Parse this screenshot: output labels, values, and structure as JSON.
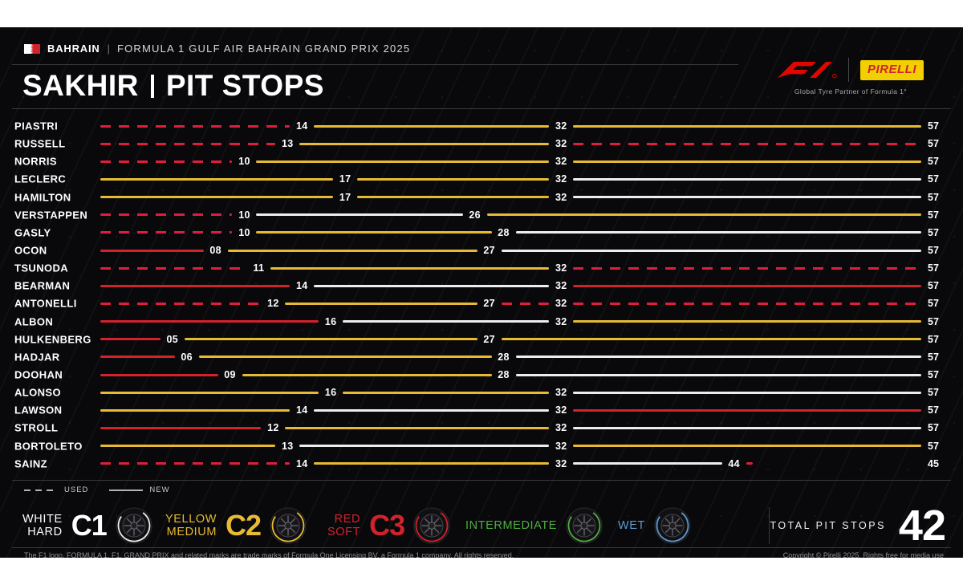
{
  "header": {
    "country": "BAHRAIN",
    "separator": "|",
    "event": "FORMULA 1 GULF AIR BAHRAIN GRAND PRIX 2025",
    "title_left": "SAKHIR",
    "title_right": "PIT STOPS"
  },
  "logos": {
    "f1": "F1",
    "pirelli": "PIRELLI",
    "partner_caption": "Global Tyre Partner of Formula 1°"
  },
  "chart_data": {
    "type": "timeline",
    "title": "SAKHIR | PIT STOPS",
    "x_axis": {
      "min_lap": 0,
      "max_lap": 57
    },
    "legend": [
      {
        "label": "USED",
        "style": "dashed"
      },
      {
        "label": "NEW",
        "style": "solid"
      }
    ],
    "compound_colors": {
      "hard": "#ededed",
      "medium": "#e6ba33",
      "soft": "#d2222c",
      "soft_used": "#dd1f3d"
    },
    "drivers": [
      {
        "name": "PIASTRI",
        "stints": [
          {
            "end": 14,
            "compound": "soft",
            "state": "used"
          },
          {
            "end": 32,
            "compound": "medium",
            "state": "new"
          },
          {
            "end": 57,
            "compound": "medium",
            "state": "new"
          }
        ]
      },
      {
        "name": "RUSSELL",
        "stints": [
          {
            "end": 13,
            "compound": "soft",
            "state": "used"
          },
          {
            "end": 32,
            "compound": "medium",
            "state": "new"
          },
          {
            "end": 57,
            "compound": "soft",
            "state": "used"
          }
        ]
      },
      {
        "name": "NORRIS",
        "stints": [
          {
            "end": 10,
            "compound": "soft",
            "state": "used"
          },
          {
            "end": 32,
            "compound": "medium",
            "state": "new"
          },
          {
            "end": 57,
            "compound": "medium",
            "state": "new"
          }
        ]
      },
      {
        "name": "LECLERC",
        "stints": [
          {
            "end": 17,
            "compound": "medium",
            "state": "new"
          },
          {
            "end": 32,
            "compound": "medium",
            "state": "new"
          },
          {
            "end": 57,
            "compound": "hard",
            "state": "new"
          }
        ]
      },
      {
        "name": "HAMILTON",
        "stints": [
          {
            "end": 17,
            "compound": "medium",
            "state": "new"
          },
          {
            "end": 32,
            "compound": "medium",
            "state": "new"
          },
          {
            "end": 57,
            "compound": "hard",
            "state": "new"
          }
        ]
      },
      {
        "name": "VERSTAPPEN",
        "stints": [
          {
            "end": 10,
            "compound": "soft",
            "state": "used"
          },
          {
            "end": 26,
            "compound": "hard",
            "state": "new"
          },
          {
            "end": 57,
            "compound": "medium",
            "state": "new"
          }
        ]
      },
      {
        "name": "GASLY",
        "stints": [
          {
            "end": 10,
            "compound": "soft",
            "state": "used"
          },
          {
            "end": 28,
            "compound": "medium",
            "state": "new"
          },
          {
            "end": 57,
            "compound": "hard",
            "state": "new"
          }
        ]
      },
      {
        "name": "OCON",
        "stints": [
          {
            "end": 8,
            "compound": "soft",
            "state": "new"
          },
          {
            "end": 27,
            "compound": "medium",
            "state": "new"
          },
          {
            "end": 57,
            "compound": "hard",
            "state": "new"
          }
        ]
      },
      {
        "name": "TSUNODA",
        "stints": [
          {
            "end": 11,
            "compound": "soft",
            "state": "used"
          },
          {
            "end": 32,
            "compound": "medium",
            "state": "new"
          },
          {
            "end": 57,
            "compound": "soft",
            "state": "used"
          }
        ]
      },
      {
        "name": "BEARMAN",
        "stints": [
          {
            "end": 14,
            "compound": "soft",
            "state": "new"
          },
          {
            "end": 32,
            "compound": "hard",
            "state": "new"
          },
          {
            "end": 57,
            "compound": "soft",
            "state": "new"
          }
        ]
      },
      {
        "name": "ANTONELLI",
        "stints": [
          {
            "end": 12,
            "compound": "soft",
            "state": "used"
          },
          {
            "end": 27,
            "compound": "medium",
            "state": "new"
          },
          {
            "end": 32,
            "compound": "soft",
            "state": "used"
          },
          {
            "end": 57,
            "compound": "soft",
            "state": "used"
          }
        ]
      },
      {
        "name": "ALBON",
        "stints": [
          {
            "end": 16,
            "compound": "soft",
            "state": "new"
          },
          {
            "end": 32,
            "compound": "hard",
            "state": "new"
          },
          {
            "end": 57,
            "compound": "medium",
            "state": "new"
          }
        ]
      },
      {
        "name": "HULKENBERG",
        "stints": [
          {
            "end": 5,
            "compound": "soft",
            "state": "new"
          },
          {
            "end": 27,
            "compound": "medium",
            "state": "new"
          },
          {
            "end": 57,
            "compound": "medium",
            "state": "new"
          }
        ]
      },
      {
        "name": "HADJAR",
        "stints": [
          {
            "end": 6,
            "compound": "soft",
            "state": "new"
          },
          {
            "end": 28,
            "compound": "medium",
            "state": "new"
          },
          {
            "end": 57,
            "compound": "hard",
            "state": "new"
          }
        ]
      },
      {
        "name": "DOOHAN",
        "stints": [
          {
            "end": 9,
            "compound": "soft",
            "state": "new"
          },
          {
            "end": 28,
            "compound": "medium",
            "state": "new"
          },
          {
            "end": 57,
            "compound": "hard",
            "state": "new"
          }
        ]
      },
      {
        "name": "ALONSO",
        "stints": [
          {
            "end": 16,
            "compound": "medium",
            "state": "new"
          },
          {
            "end": 32,
            "compound": "medium",
            "state": "new"
          },
          {
            "end": 57,
            "compound": "hard",
            "state": "new"
          }
        ]
      },
      {
        "name": "LAWSON",
        "stints": [
          {
            "end": 14,
            "compound": "medium",
            "state": "new"
          },
          {
            "end": 32,
            "compound": "hard",
            "state": "new"
          },
          {
            "end": 57,
            "compound": "soft",
            "state": "new"
          }
        ]
      },
      {
        "name": "STROLL",
        "stints": [
          {
            "end": 12,
            "compound": "soft",
            "state": "new"
          },
          {
            "end": 32,
            "compound": "medium",
            "state": "new"
          },
          {
            "end": 57,
            "compound": "hard",
            "state": "new"
          }
        ]
      },
      {
        "name": "BORTOLETO",
        "stints": [
          {
            "end": 13,
            "compound": "medium",
            "state": "new"
          },
          {
            "end": 32,
            "compound": "hard",
            "state": "new"
          },
          {
            "end": 57,
            "compound": "medium",
            "state": "new"
          }
        ]
      },
      {
        "name": "SAINZ",
        "stints": [
          {
            "end": 14,
            "compound": "soft",
            "state": "used"
          },
          {
            "end": 32,
            "compound": "medium",
            "state": "new"
          },
          {
            "end": 44,
            "compound": "hard",
            "state": "new"
          },
          {
            "end": 45,
            "compound": "soft",
            "state": "used"
          }
        ]
      }
    ]
  },
  "compounds": [
    {
      "lines": [
        "WHITE",
        "HARD"
      ],
      "code": "C1",
      "color": "#ffffff",
      "ring": "#ededed"
    },
    {
      "lines": [
        "YELLOW",
        "MEDIUM"
      ],
      "code": "C2",
      "color": "#e6ba33",
      "ring": "#e6ba33"
    },
    {
      "lines": [
        "RED",
        "SOFT"
      ],
      "code": "C3",
      "color": "#d2222c",
      "ring": "#d2222c"
    },
    {
      "lines": [
        "INTERMEDIATE"
      ],
      "code": "",
      "color": "#4fae3d",
      "ring": "#4fae3d"
    },
    {
      "lines": [
        "WET"
      ],
      "code": "",
      "color": "#5b9bd5",
      "ring": "#5b9bd5"
    }
  ],
  "total": {
    "label": "TOTAL PIT STOPS",
    "value": "42"
  },
  "footer": {
    "left": "The F1 logo, FORMULA 1, F1, GRAND PRIX and related marks are trade marks of Formula One Licensing BV, a Formula 1 company. All rights reserved.",
    "right": "Copyright © Pirelli 2025. Rights free for media use"
  }
}
